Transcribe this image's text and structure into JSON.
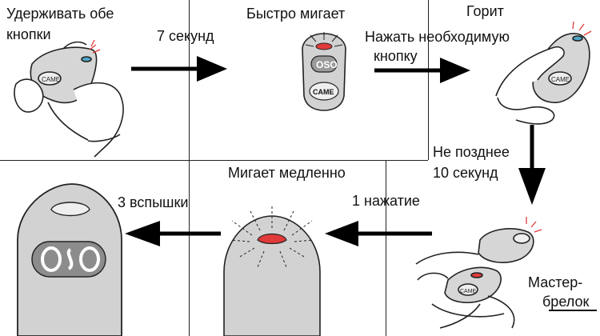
{
  "labels": {
    "hold_both": [
      "Удерживать обе",
      "кнопки"
    ],
    "seven_sec": "7 секунд",
    "blinks_fast": "Быстро мигает",
    "lit": "Горит",
    "press_needed": [
      "Нажать необходимую",
      "кнопку"
    ],
    "no_later": [
      "Не позднее",
      "10 секунд"
    ],
    "blinks_slow": "Мигает медленно",
    "one_press": "1 нажатие",
    "three_flashes": "3 вспышки",
    "master": [
      "Мастер-",
      "брелок"
    ]
  },
  "remote": {
    "brand": "CAME",
    "logo": "OSO"
  },
  "colors": {
    "remote_body": "#d2d2d2",
    "led_red": "#e03a3a",
    "led_blue": "#4fa7c9",
    "ink": "#111111"
  }
}
